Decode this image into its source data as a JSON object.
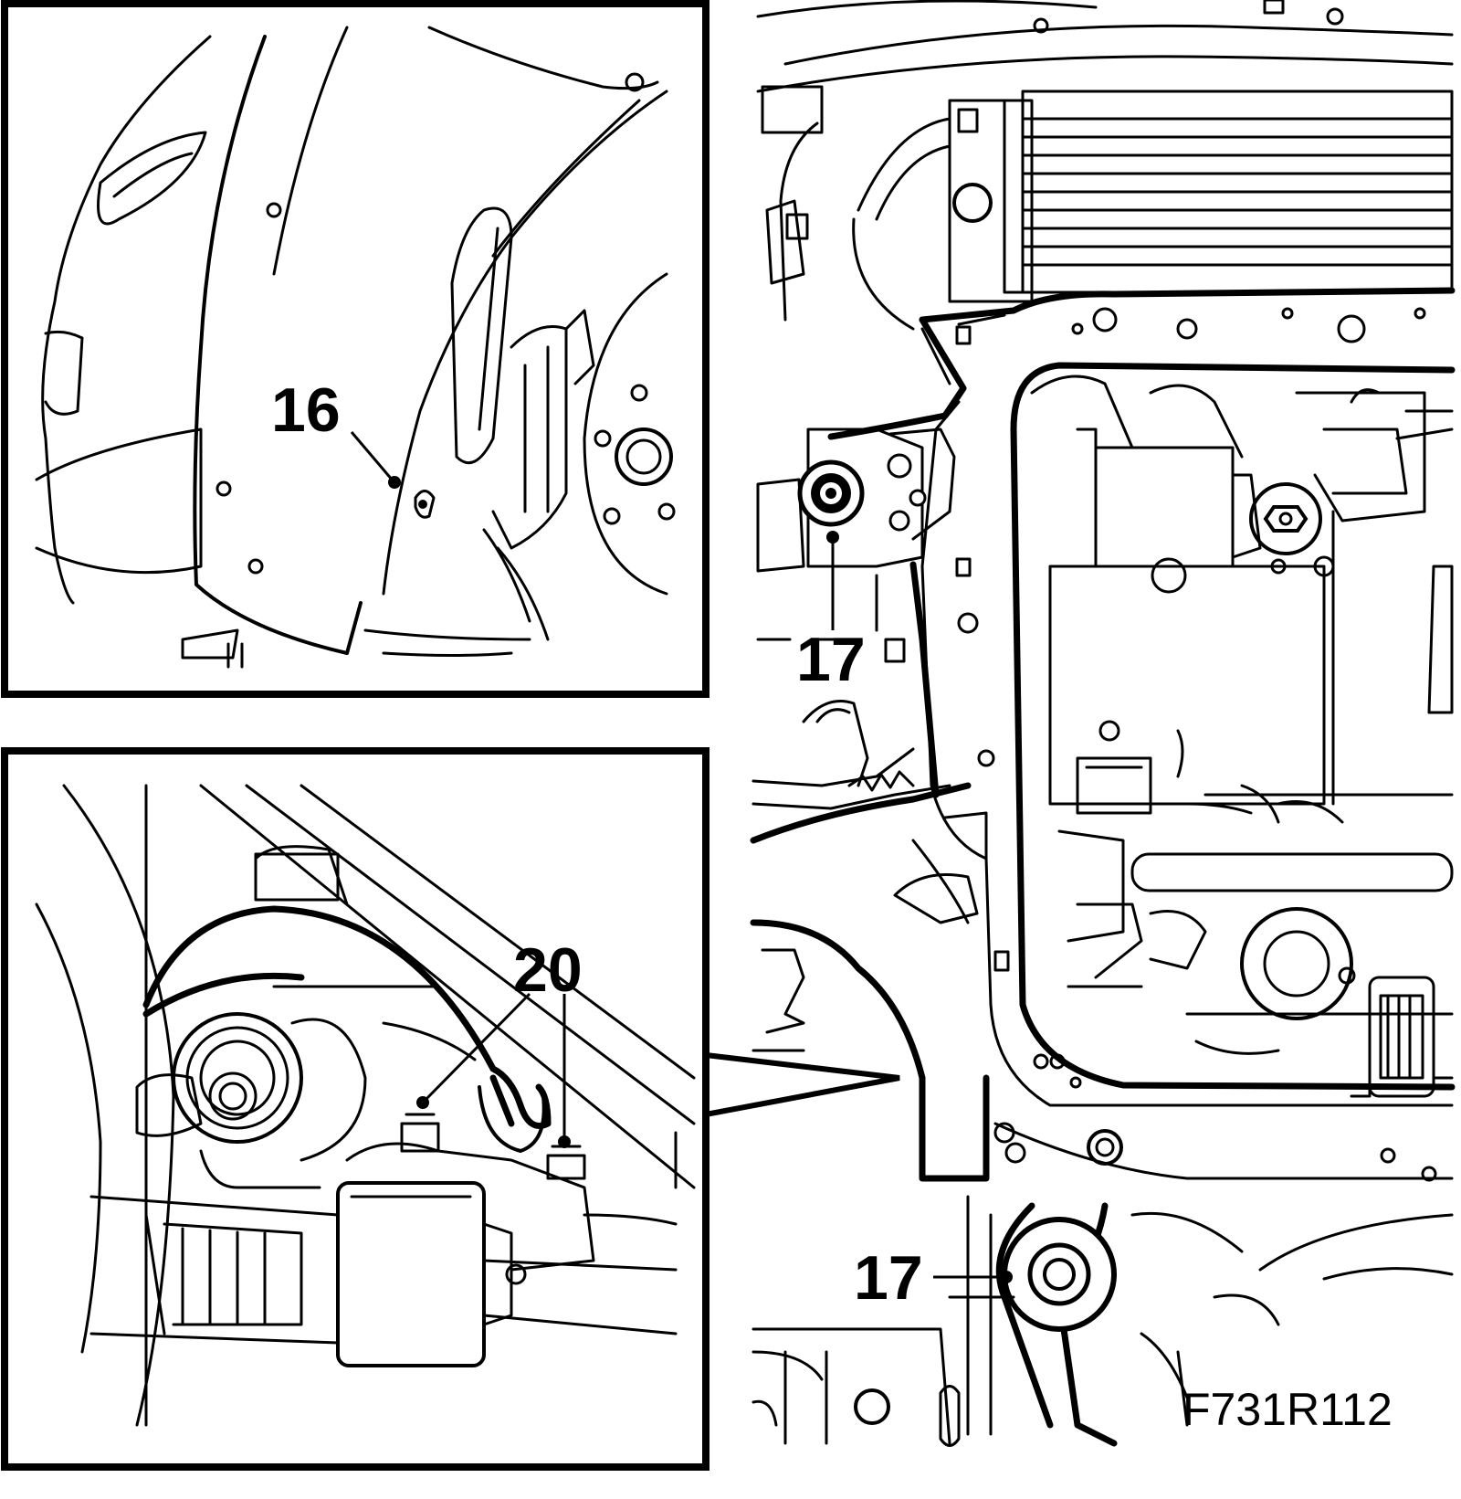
{
  "figure_code": "F731R112",
  "callouts": {
    "upper_inset": "16",
    "lower_inset": "20",
    "main_upper": "17",
    "main_lower": "17"
  },
  "colors": {
    "ink": "#000000",
    "paper": "#ffffff"
  }
}
